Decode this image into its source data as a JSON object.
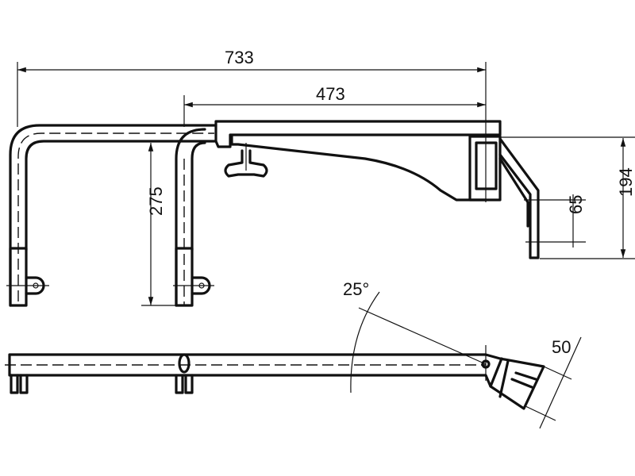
{
  "drawing": {
    "dimensions": {
      "overall_length": "733",
      "arm_length": "473",
      "bracket_height": "275",
      "mount_height": "194",
      "hole_spacing": "65",
      "swivel_angle": "25°",
      "head_width": "50"
    },
    "colors": {
      "line": "#111111",
      "background": "#ffffff"
    }
  }
}
